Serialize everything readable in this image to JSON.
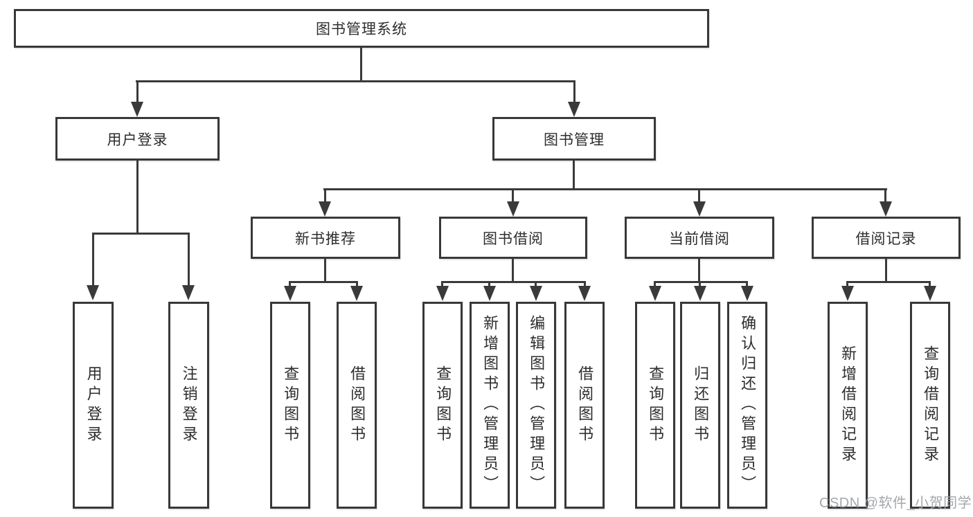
{
  "watermark": "CSDN @软件_小贺同学",
  "colors": {
    "line": "#3a3a3a",
    "text": "#2d2d2d",
    "watermark": "#9ea3a8",
    "background": "#ffffff"
  },
  "tree": {
    "label": "图书管理系统",
    "children": [
      {
        "label": "用户登录",
        "children": [
          {
            "label": "用户登录"
          },
          {
            "label": "注销登录"
          }
        ]
      },
      {
        "label": "图书管理",
        "children": [
          {
            "label": "新书推荐",
            "children": [
              {
                "label": "查询图书"
              },
              {
                "label": "借阅图书"
              }
            ]
          },
          {
            "label": "图书借阅",
            "children": [
              {
                "label": "查询图书"
              },
              {
                "label": "新增图书（管理员）"
              },
              {
                "label": "编辑图书（管理员）"
              },
              {
                "label": "借阅图书"
              }
            ]
          },
          {
            "label": "当前借阅",
            "children": [
              {
                "label": "查询图书"
              },
              {
                "label": "归还图书"
              },
              {
                "label": "确认归还（管理员）"
              }
            ]
          },
          {
            "label": "借阅记录",
            "children": [
              {
                "label": "新增借阅记录"
              },
              {
                "label": "查询借阅记录"
              }
            ]
          }
        ]
      }
    ]
  }
}
